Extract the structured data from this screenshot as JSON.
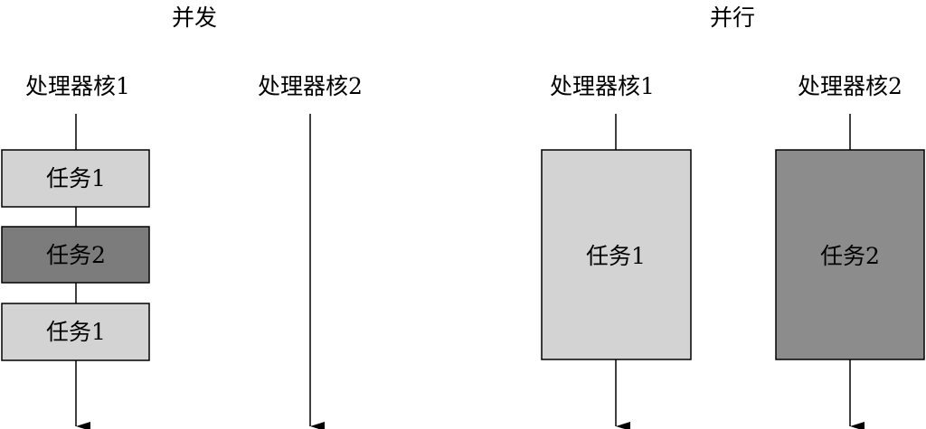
{
  "concurrent": {
    "title": "并发",
    "core1_label": "处理器核1",
    "core2_label": "处理器核2",
    "tasks": [
      {
        "label": "任务1",
        "fill": "#d3d3d3"
      },
      {
        "label": "任务2",
        "fill": "#7c7c7c"
      },
      {
        "label": "任务1",
        "fill": "#d3d3d3"
      }
    ]
  },
  "parallel": {
    "title": "并行",
    "core1_label": "处理器核1",
    "core2_label": "处理器核2",
    "tasks": [
      {
        "label": "任务1",
        "fill": "#d3d3d3"
      },
      {
        "label": "任务2",
        "fill": "#8c8c8c"
      }
    ]
  },
  "colors": {
    "light_task": "#d3d3d3",
    "dark_task": "#7c7c7c",
    "line": "#000000"
  }
}
